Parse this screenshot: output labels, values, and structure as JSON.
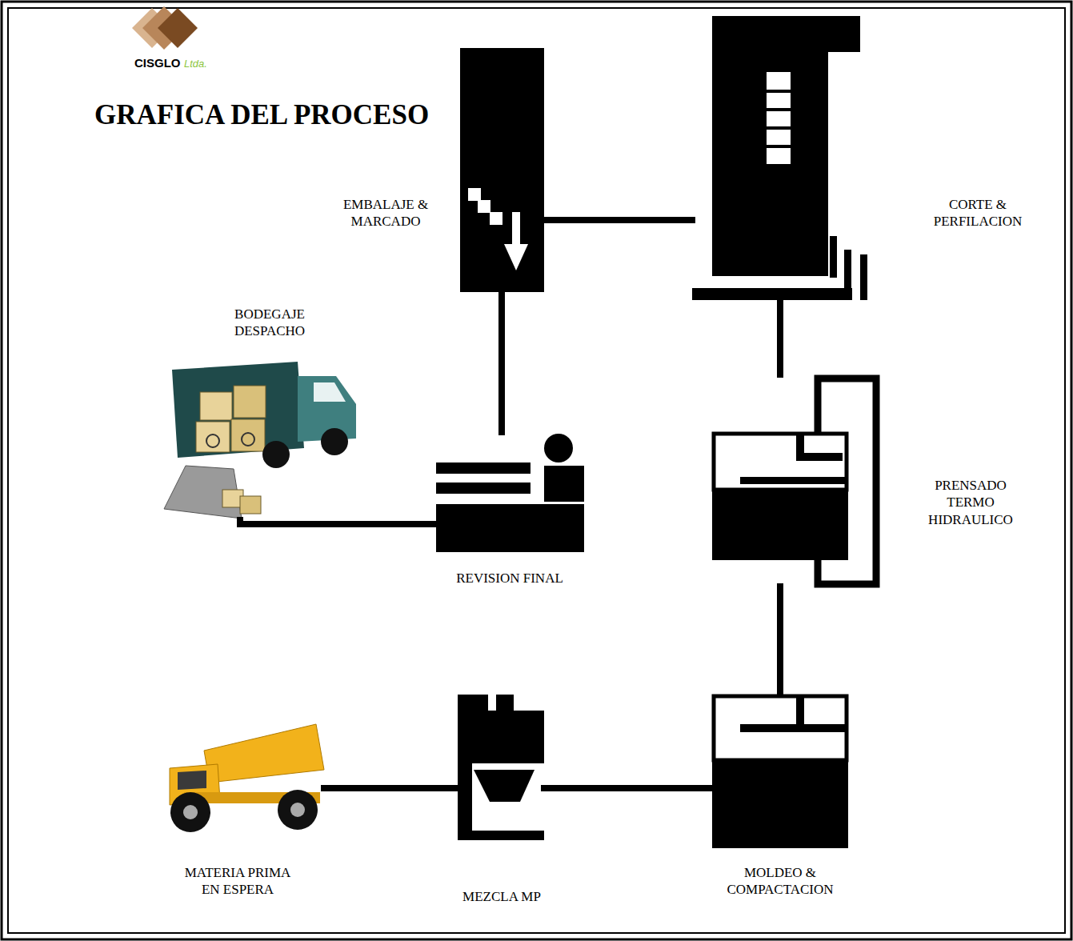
{
  "diagram": {
    "title": "GRAFICA DEL PROCESO",
    "nodes": [
      {
        "text": [
          "MATERIA PRIMA EN ESPERA"
        ]
      },
      {
        "text": [
          "MEZCLA MP"
        ]
      },
      {
        "text": [
          "MOLDEO & COMPACTACION"
        ]
      },
      {
        "text": [
          "PRENSADO TERMO HIDRAULICO"
        ]
      },
      {
        "text": [
          "CORTE & PERFILACION"
        ]
      },
      {
        "text": [
          "EMBALAJE & MARCADO"
        ]
      },
      {
        "text": [
          "REVISION FINAL"
        ]
      },
      {
        "text": [
          "BODEGAJE DESPACHO"
        ]
      }
    ],
    "edges": [
      {
        "from": 0,
        "to": 1,
        "arrow": "none"
      },
      {
        "from": 1,
        "to": 2,
        "arrow": "none"
      },
      {
        "from": 2,
        "to": 3,
        "arrow": "none"
      },
      {
        "from": 3,
        "to": 4,
        "arrow": "none"
      },
      {
        "from": 4,
        "to": 5,
        "arrow": "none"
      },
      {
        "from": 5,
        "to": 6,
        "arrow": "none"
      },
      {
        "from": 6,
        "to": 7,
        "arrow": "none"
      }
    ],
    "labels": [
      "CISGLO",
      "Ltda."
    ]
  }
}
